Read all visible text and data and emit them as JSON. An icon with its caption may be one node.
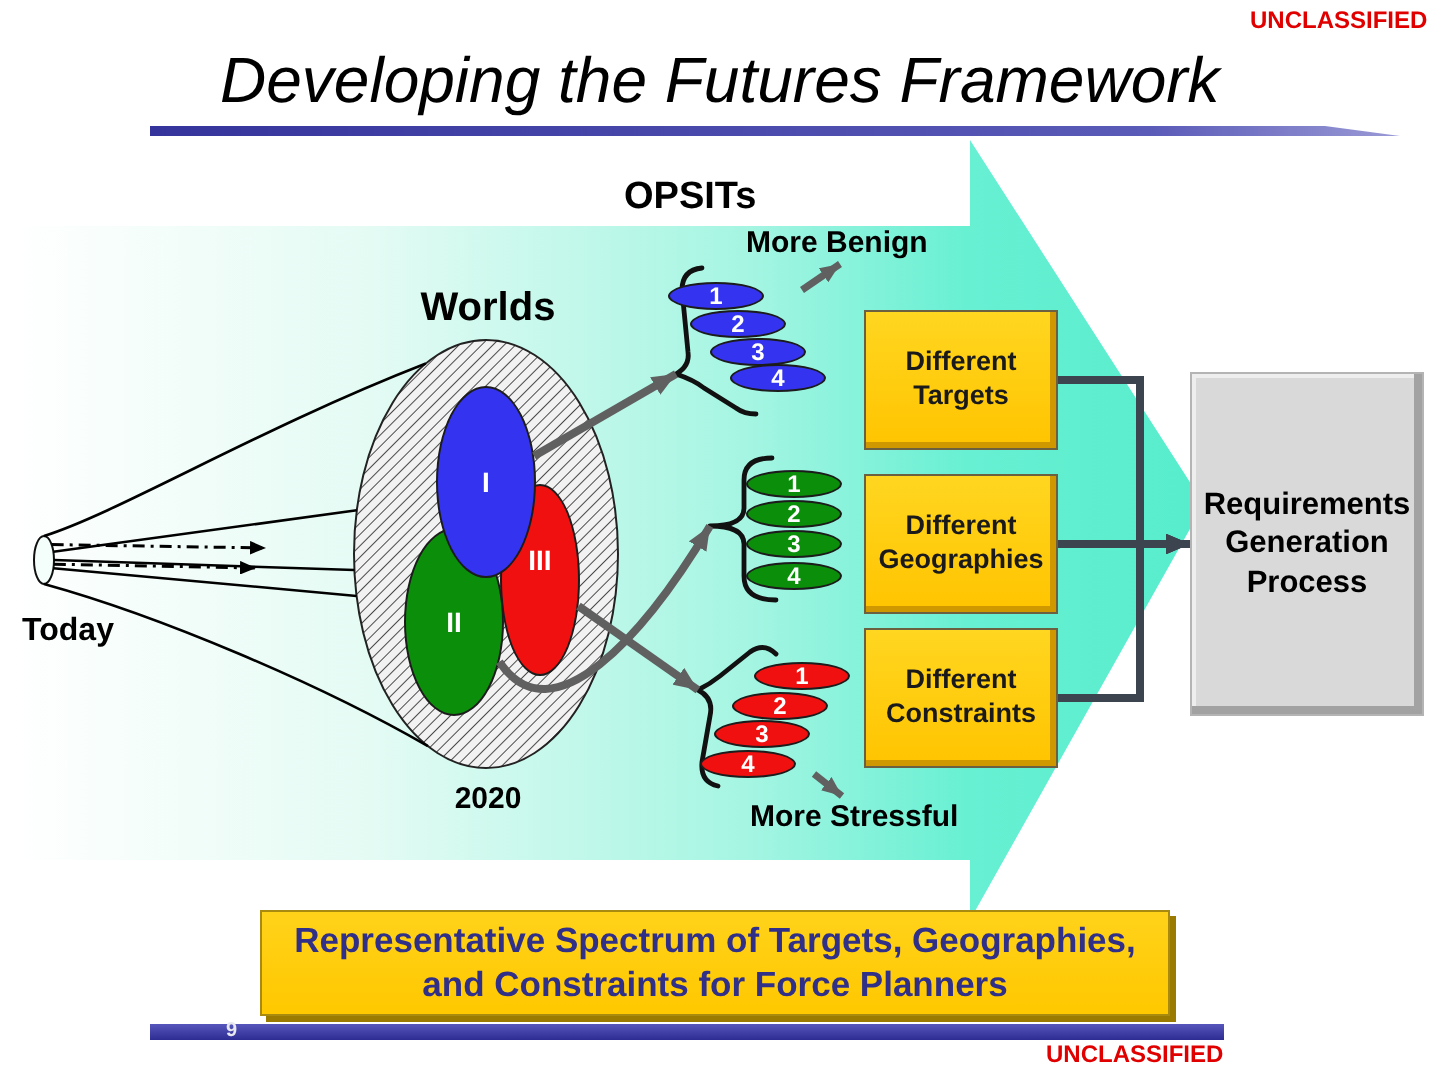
{
  "diagram": {
    "title": "Developing the Futures Framework",
    "nodes": [
      {
        "text": [
          "OPSITs"
        ]
      },
      {
        "text": [
          "Today"
        ],
        "in": 0
      },
      {
        "text": [
          "Worlds"
        ],
        "beside": [
          "2020"
        ],
        "in": 0
      },
      {
        "text": [
          "I"
        ],
        "in": 2
      },
      {
        "text": [
          "II"
        ],
        "in": 2
      },
      {
        "text": [
          "III"
        ],
        "in": 2
      },
      {
        "text": [],
        "shape": "bracket",
        "in": 0
      },
      {
        "text": [
          "1"
        ],
        "in": 0
      },
      {
        "text": [
          "2"
        ],
        "in": 0
      },
      {
        "text": [
          "3"
        ],
        "in": 0
      },
      {
        "text": [
          "4"
        ],
        "in": 0
      },
      {
        "text": [
          "Different Targets"
        ],
        "in": 0
      },
      {
        "text": [],
        "shape": "bracket",
        "in": 0
      },
      {
        "text": [
          "1"
        ],
        "in": 0
      },
      {
        "text": [
          "2"
        ],
        "in": 0
      },
      {
        "text": [
          "3"
        ],
        "in": 0
      },
      {
        "text": [
          "4"
        ],
        "in": 0
      },
      {
        "text": [
          "Different Geographies"
        ],
        "in": 0
      },
      {
        "text": [],
        "shape": "bracket",
        "in": 0
      },
      {
        "text": [
          "1"
        ],
        "in": 0
      },
      {
        "text": [
          "2"
        ],
        "in": 0
      },
      {
        "text": [
          "3"
        ],
        "in": 0
      },
      {
        "text": [
          "4"
        ],
        "in": 0
      },
      {
        "text": [
          "Different Constraints"
        ],
        "in": 0
      },
      {
        "text": [
          "Requirements Generation Process"
        ]
      },
      {
        "text": [
          "Representative Spectrum of Targets, Geographies, and Constraints for Force Planners"
        ]
      }
    ],
    "edges": [
      {
        "from": 1,
        "to": 2,
        "arrow": "none"
      },
      {
        "from": 1,
        "to": 2,
        "arrow": "none"
      },
      {
        "from": 1,
        "to": 2,
        "arrow": "none"
      },
      {
        "from": 1,
        "to": 2,
        "arrow": "none"
      },
      {
        "from": 1,
        "to": 2,
        "arrow": "none"
      },
      {
        "from": 1,
        "to": null,
        "arrow": "to",
        "style": "dashed"
      },
      {
        "from": 1,
        "to": null,
        "arrow": "to",
        "style": "dashed"
      },
      {
        "from": 3,
        "to": 6,
        "arrow": "to",
        "style": "thick",
        "color": "#606060"
      },
      {
        "from": 4,
        "to": 12,
        "arrow": "to",
        "style": "thick",
        "color": "#606060"
      },
      {
        "from": 5,
        "to": 18,
        "arrow": "to",
        "style": "thick",
        "color": "#606060"
      },
      {
        "from": 11,
        "to": 24,
        "arrow": "to",
        "style": "thick",
        "color": "#3c4450"
      },
      {
        "from": 17,
        "to": 24,
        "arrow": "to",
        "style": "thick",
        "color": "#3c4450"
      },
      {
        "from": 23,
        "to": 24,
        "arrow": "to",
        "style": "thick",
        "color": "#3c4450"
      }
    ],
    "labels": [
      "UNCLASSIFIED",
      "More Benign",
      "More Stressful",
      "9",
      "UNCLASSIFIED"
    ]
  }
}
